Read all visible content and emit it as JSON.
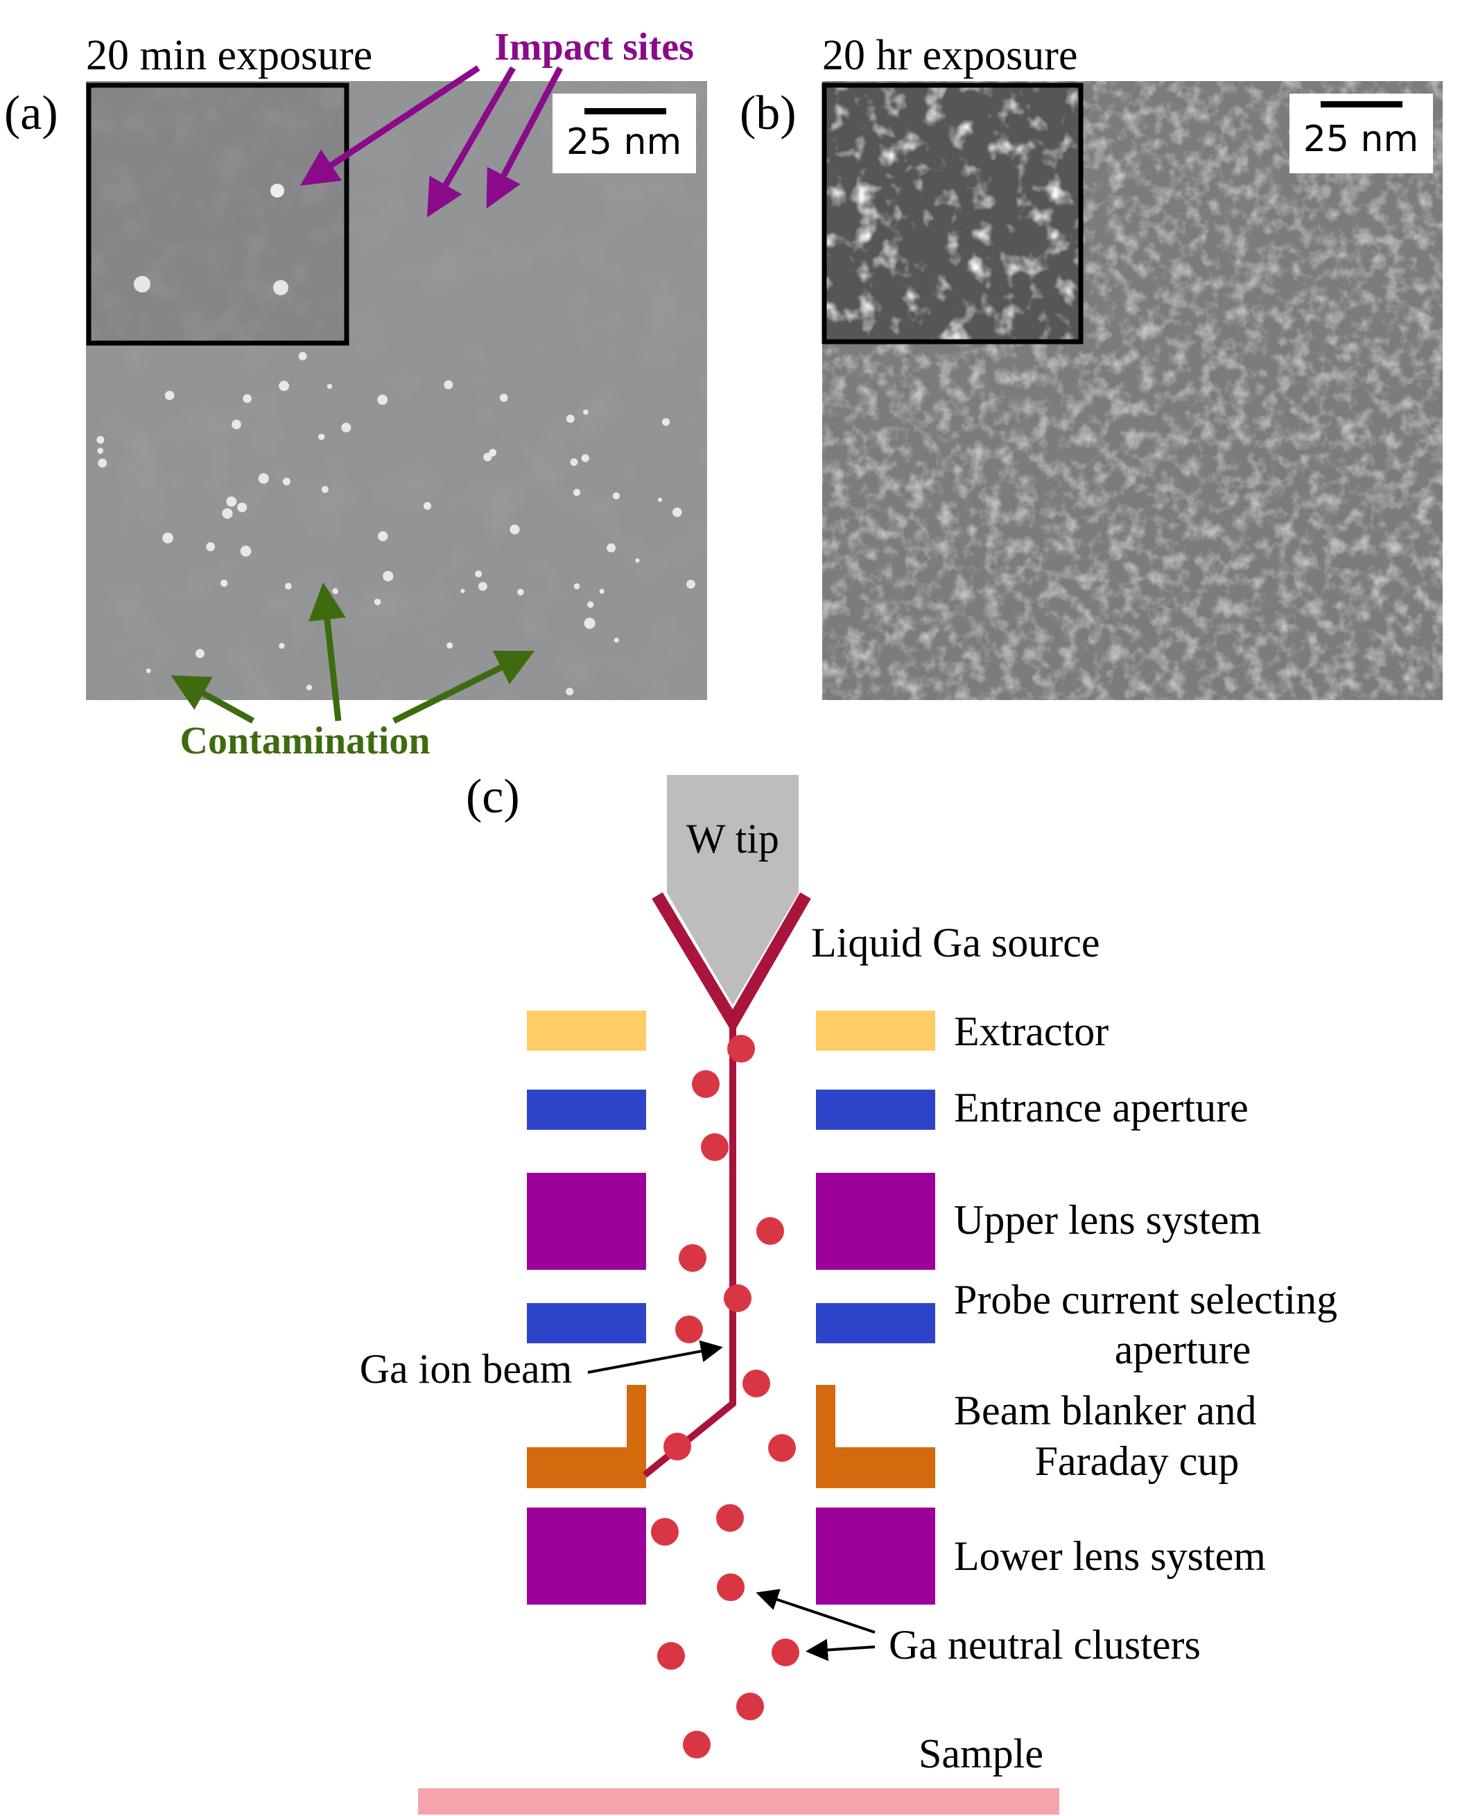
{
  "panel_a": {
    "label": "(a)",
    "title": "20 min exposure",
    "scale_bar": "25 nm",
    "impact_label": "Impact sites",
    "contamination_label": "Contamination"
  },
  "panel_b": {
    "label": "(b)",
    "title": "20 hr exposure",
    "scale_bar": "25 nm"
  },
  "panel_c": {
    "label": "(c)",
    "tip_label": "W tip",
    "components": [
      {
        "name": "Liquid Ga source",
        "lines": [
          "Liquid Ga source"
        ]
      },
      {
        "name": "Extractor",
        "lines": [
          "Extractor"
        ],
        "color": "#FFCC66"
      },
      {
        "name": "Entrance aperture",
        "lines": [
          "Entrance aperture"
        ],
        "color": "#2E44C8"
      },
      {
        "name": "Upper lens system",
        "lines": [
          "Upper lens system"
        ],
        "color": "#9B009B"
      },
      {
        "name": "Probe current selecting aperture",
        "lines": [
          "Probe current selecting",
          "aperture"
        ],
        "color": "#2E44C8"
      },
      {
        "name": "Beam blanker and Faraday cup",
        "lines": [
          "Beam blanker and",
          "Faraday cup"
        ],
        "color": "#D4690E"
      },
      {
        "name": "Lower lens system",
        "lines": [
          "Lower lens system"
        ],
        "color": "#9B009B"
      }
    ],
    "beam_label": "Ga ion beam",
    "clusters_label": "Ga neutral clusters",
    "sample_label": "Sample"
  },
  "colors": {
    "beam": "#A8143C",
    "cluster": "#D93644",
    "sample": "#F7A3AE",
    "tip": "#BDBDBD",
    "impact_arrow": "#8A0A8A",
    "contamination_arrow": "#3E6B10"
  }
}
